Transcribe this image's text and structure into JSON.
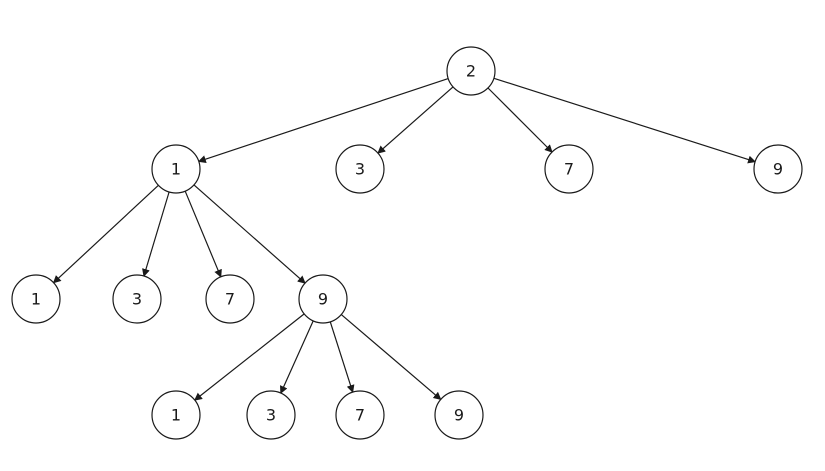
{
  "tree": {
    "nodes": [
      {
        "id": "n0",
        "label": "2"
      },
      {
        "id": "n1",
        "label": "1"
      },
      {
        "id": "n2",
        "label": "3"
      },
      {
        "id": "n3",
        "label": "7"
      },
      {
        "id": "n4",
        "label": "9"
      },
      {
        "id": "n5",
        "label": "1"
      },
      {
        "id": "n6",
        "label": "3"
      },
      {
        "id": "n7",
        "label": "7"
      },
      {
        "id": "n8",
        "label": "9"
      },
      {
        "id": "n9",
        "label": "1"
      },
      {
        "id": "n10",
        "label": "3"
      },
      {
        "id": "n11",
        "label": "7"
      },
      {
        "id": "n12",
        "label": "9"
      }
    ],
    "edges": [
      {
        "from": "n0",
        "to": "n1"
      },
      {
        "from": "n0",
        "to": "n2"
      },
      {
        "from": "n0",
        "to": "n3"
      },
      {
        "from": "n0",
        "to": "n4"
      },
      {
        "from": "n1",
        "to": "n5"
      },
      {
        "from": "n1",
        "to": "n6"
      },
      {
        "from": "n1",
        "to": "n7"
      },
      {
        "from": "n1",
        "to": "n8"
      },
      {
        "from": "n8",
        "to": "n9"
      },
      {
        "from": "n8",
        "to": "n10"
      },
      {
        "from": "n8",
        "to": "n11"
      },
      {
        "from": "n8",
        "to": "n12"
      }
    ]
  }
}
